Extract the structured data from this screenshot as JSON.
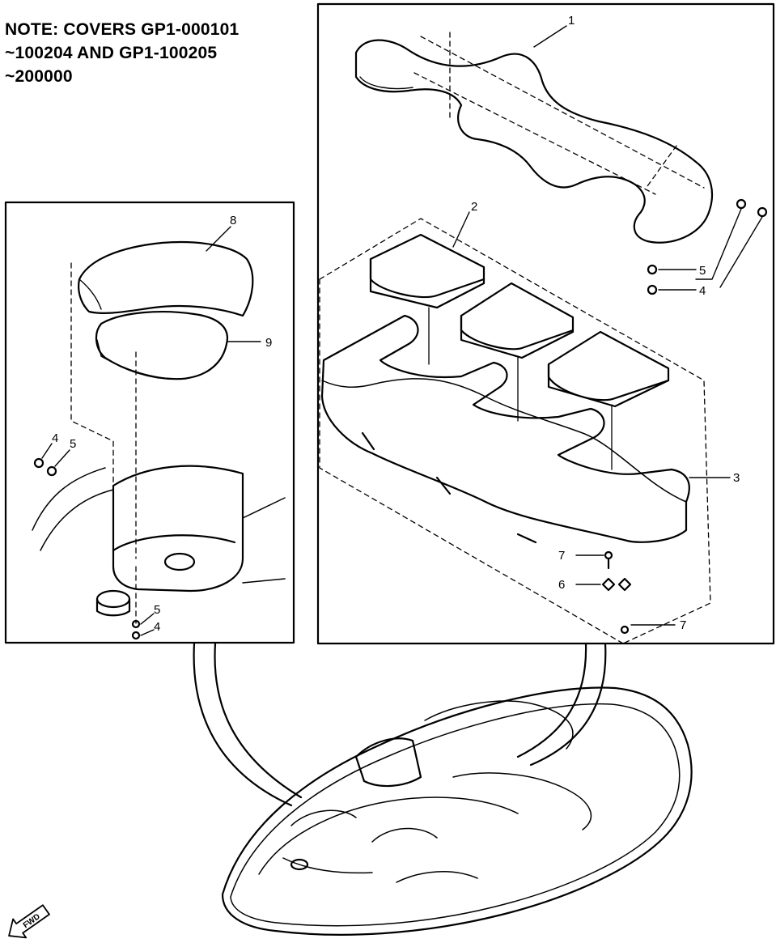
{
  "note": {
    "line1": "NOTE: COVERS GP1-000101",
    "line2": "~100204 AND GP1-100205",
    "line3": "~200000"
  },
  "callouts": {
    "c1": "1",
    "c2": "2",
    "c3": "3",
    "c4a": "4",
    "c5a": "5",
    "c4b": "4",
    "c5b": "5",
    "c4c": "4",
    "c5c": "5",
    "c6": "6",
    "c7a": "7",
    "c7b": "7",
    "c8": "8",
    "c9": "9"
  },
  "fwd_marker": "FWD"
}
